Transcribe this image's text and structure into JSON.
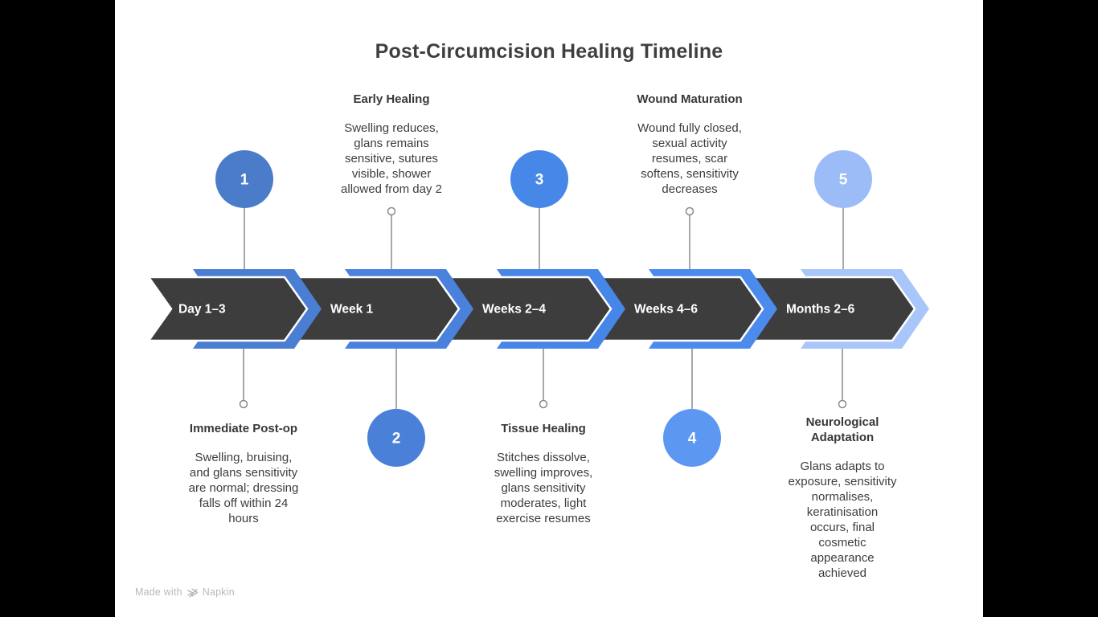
{
  "title": "Post-Circumcision Healing Timeline",
  "colors": {
    "letterbox": "#000000",
    "canvas": "#ffffff",
    "band_dark": "#3d3d3d",
    "band_label_text": "#ffffff",
    "connector_gray": "#8a8a8a",
    "title_text": "#3f3f3f",
    "heading_text": "#383838",
    "body_text": "#3d3d3d",
    "footer_text": "#b9b9b9"
  },
  "timeline": {
    "segments": [
      {
        "label": "Day 1–3",
        "chevron_color": "#4a7ed3"
      },
      {
        "label": "Week 1",
        "chevron_color": "#4a81dc"
      },
      {
        "label": "Weeks 2–4",
        "chevron_color": "#4686e8"
      },
      {
        "label": "Weeks 4–6",
        "chevron_color": "#4c8bee"
      },
      {
        "label": "Months 2–6",
        "chevron_color": "#a8c6f9"
      }
    ]
  },
  "steps": [
    {
      "number": "1",
      "circle_color": "#4a7cc9",
      "circle_side": "above",
      "title": "Immediate Post-op",
      "description": "Swelling, bruising, and glans sensitivity are normal; dressing falls off within 24 hours"
    },
    {
      "number": "2",
      "circle_color": "#4b80d9",
      "circle_side": "below",
      "title": "Early Healing",
      "description": "Swelling reduces, glans remains sensitive, sutures visible, shower allowed from day 2"
    },
    {
      "number": "3",
      "circle_color": "#4787e8",
      "circle_side": "above",
      "title": "Tissue Healing",
      "description": "Stitches dissolve, swelling improves, glans sensitivity moderates, light exercise resumes"
    },
    {
      "number": "4",
      "circle_color": "#5c97f2",
      "circle_side": "below",
      "title": "Wound Maturation",
      "description": "Wound fully closed, sexual activity resumes, scar softens, sensitivity decreases"
    },
    {
      "number": "5",
      "circle_color": "#9cbcf8",
      "circle_side": "above",
      "title": "Neurological Adaptation",
      "description": "Glans adapts to exposure, sensitivity normalises, keratinisation occurs, final cosmetic appearance achieved"
    }
  ],
  "footer": {
    "made_with": "Made with",
    "brand": "Napkin"
  }
}
